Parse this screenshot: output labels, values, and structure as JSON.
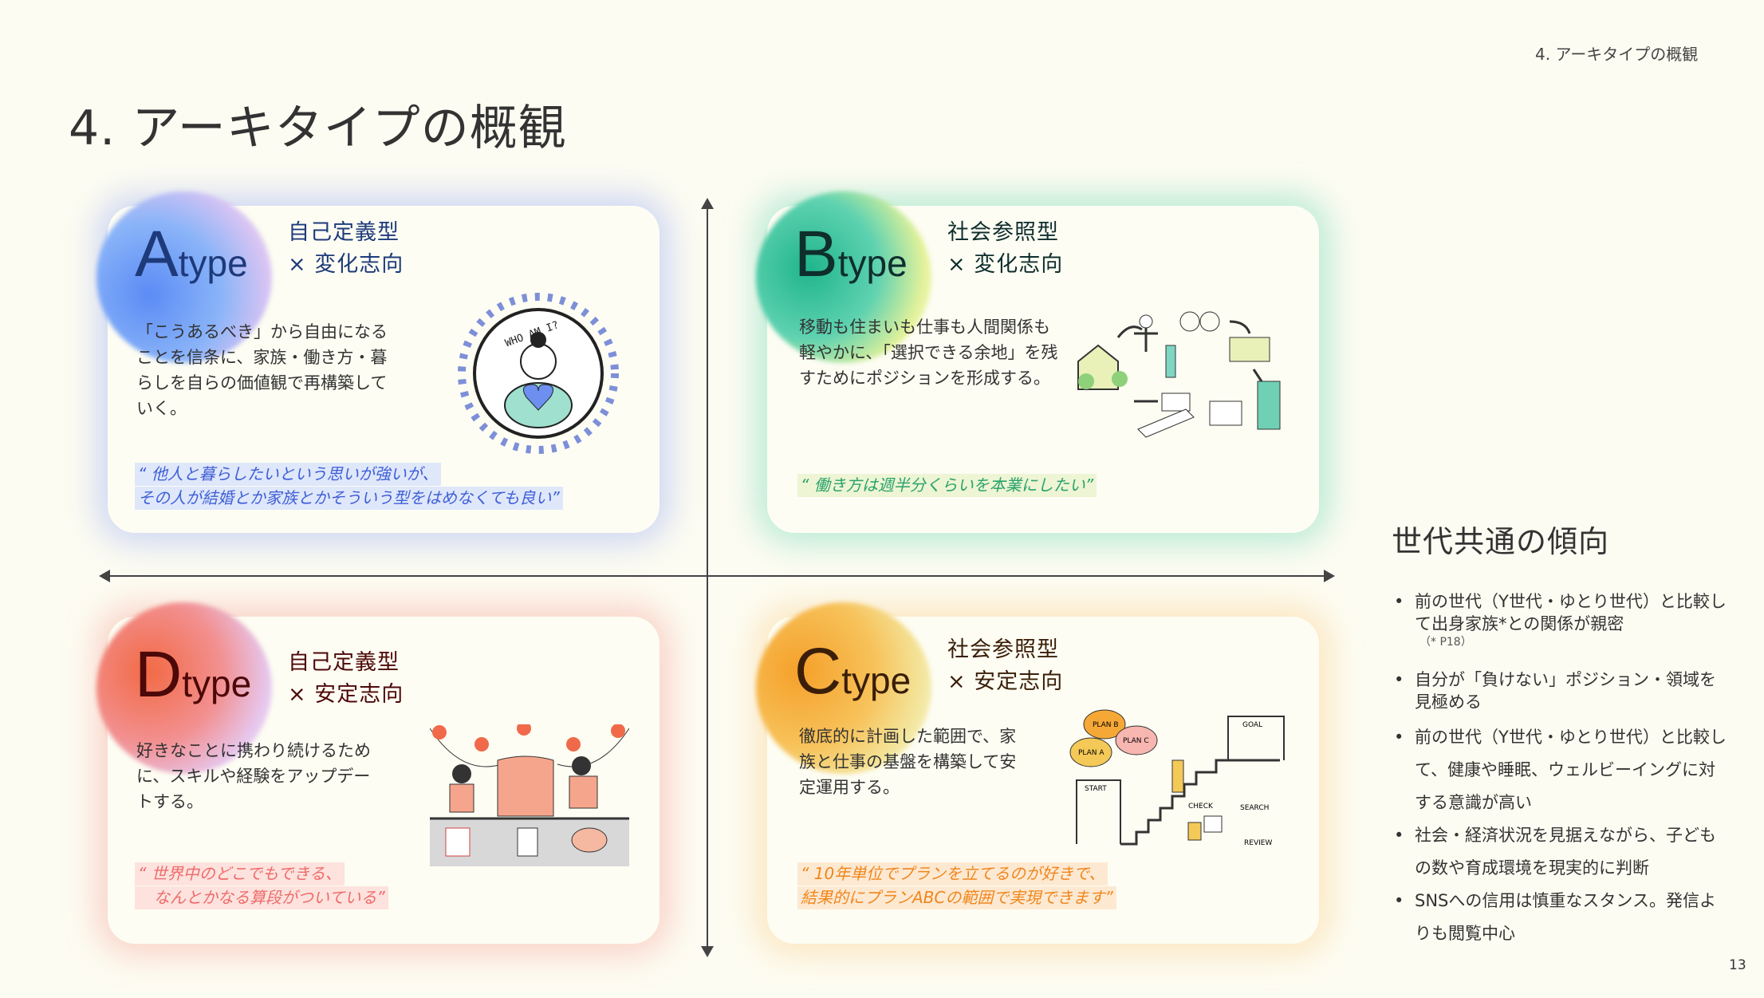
{
  "header": {
    "section_label": "4. アーキタイプの概観",
    "title": "4. アーキタイプの概観",
    "page_number": "13"
  },
  "cards": {
    "a": {
      "letter": "A",
      "type": "type",
      "label1": "自己定義型",
      "label2": "× 変化志向",
      "body": "「こうあるべき」から自由になることを信条に、家族・働き方・暮らしを自らの価値観で再構築していく。",
      "quote1": "“ 他人と暮らしたいという思いが強いが、",
      "quote2": "その人が結婚とか家族とかそういう型をはめなくても良い”",
      "illustration_text": "WHO AM I?"
    },
    "b": {
      "letter": "B",
      "type": "type",
      "label1": "社会参照型",
      "label2": "× 変化志向",
      "body": "移動も住まいも仕事も人間関係も軽やかに、「選択できる余地」を残すためにポジションを形成する。",
      "quote1": "“ 働き方は週半分くらいを本業にしたい”"
    },
    "c": {
      "letter": "C",
      "type": "type",
      "label1": "社会参照型",
      "label2": "× 安定志向",
      "body": "徹底的に計画した範囲で、家族と仕事の基盤を構築して安定運用する。",
      "quote1": "“ 10年単位でプランを立てるのが好きで、",
      "quote2": "結果的にプランABCの範囲で実現できます”",
      "illustration_labels": [
        "PLAN A",
        "PLAN B",
        "PLAN C",
        "START",
        "GOAL",
        "CHECK",
        "SEARCH",
        "REVIEW"
      ]
    },
    "d": {
      "letter": "D",
      "type": "type",
      "label1": "自己定義型",
      "label2": "× 安定志向",
      "body": "好きなことに携わり続けるために、スキルや経験をアップデートする。",
      "quote1": "“ 世界中のどこでもできる、",
      "quote2": "　なんとかなる算段がついている”"
    }
  },
  "side": {
    "title": "世代共通の傾向",
    "bullets": [
      {
        "text": "前の世代（Y世代・ゆとり世代）と比較して出身家族*との関係が親密",
        "note": "（* P18）"
      },
      {
        "text": "自分が「負けない」ポジション・領域を見極める"
      },
      {
        "text": "前の世代（Y世代・ゆとり世代）と比較して、健康や睡眠、ウェルビーイングに対する意識が高い"
      },
      {
        "text": "社会・経済状況を見据えながら、子どもの数や育成環境を現実的に判断"
      },
      {
        "text": "SNSへの信用は慎重なスタンス。発信よりも閲覧中心"
      }
    ]
  },
  "colors": {
    "a": "#1e3a7b",
    "b": "#0f2e2e",
    "c": "#3a1e08",
    "d": "#4d0808",
    "a_quote": "#3e5fd6",
    "b_quote": "#2aa36b",
    "c_quote": "#f0861c",
    "d_quote": "#ee6b6b"
  }
}
